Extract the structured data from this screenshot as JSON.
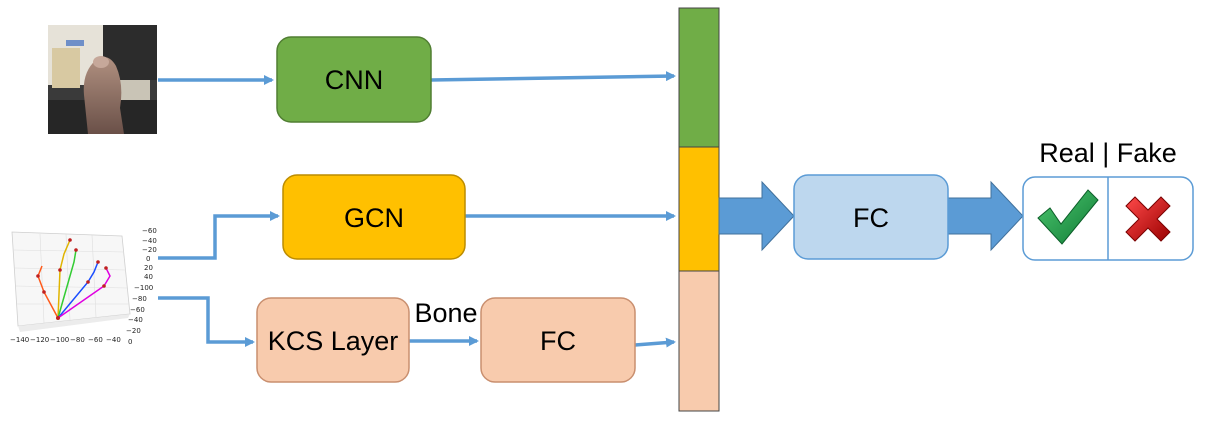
{
  "nodes": {
    "cnn": "CNN",
    "gcn": "GCN",
    "kcs": "KCS Layer",
    "fc_bone": "FC",
    "fc_main": "FC"
  },
  "labels": {
    "bone": "Bone",
    "real_fake": "Real | Fake"
  },
  "plot_ticks": {
    "x": [
      "−140",
      "−120",
      "−100",
      "−80",
      "−60",
      "−40"
    ],
    "y": [
      "−100",
      "−80",
      "−60",
      "−40",
      "−20",
      "0"
    ],
    "z": [
      "−60",
      "−40",
      "−20",
      "0",
      "20",
      "40"
    ]
  },
  "colors": {
    "arrow": "#5b9bd5",
    "cnn": "#70ad47",
    "gcn": "#ffc000",
    "kcs": "#f8cbad",
    "fc_main": "#bdd7ee",
    "check": "#1e9e4a",
    "cross": "#c00000"
  },
  "icons": {
    "real": "check-icon",
    "fake": "cross-icon"
  }
}
